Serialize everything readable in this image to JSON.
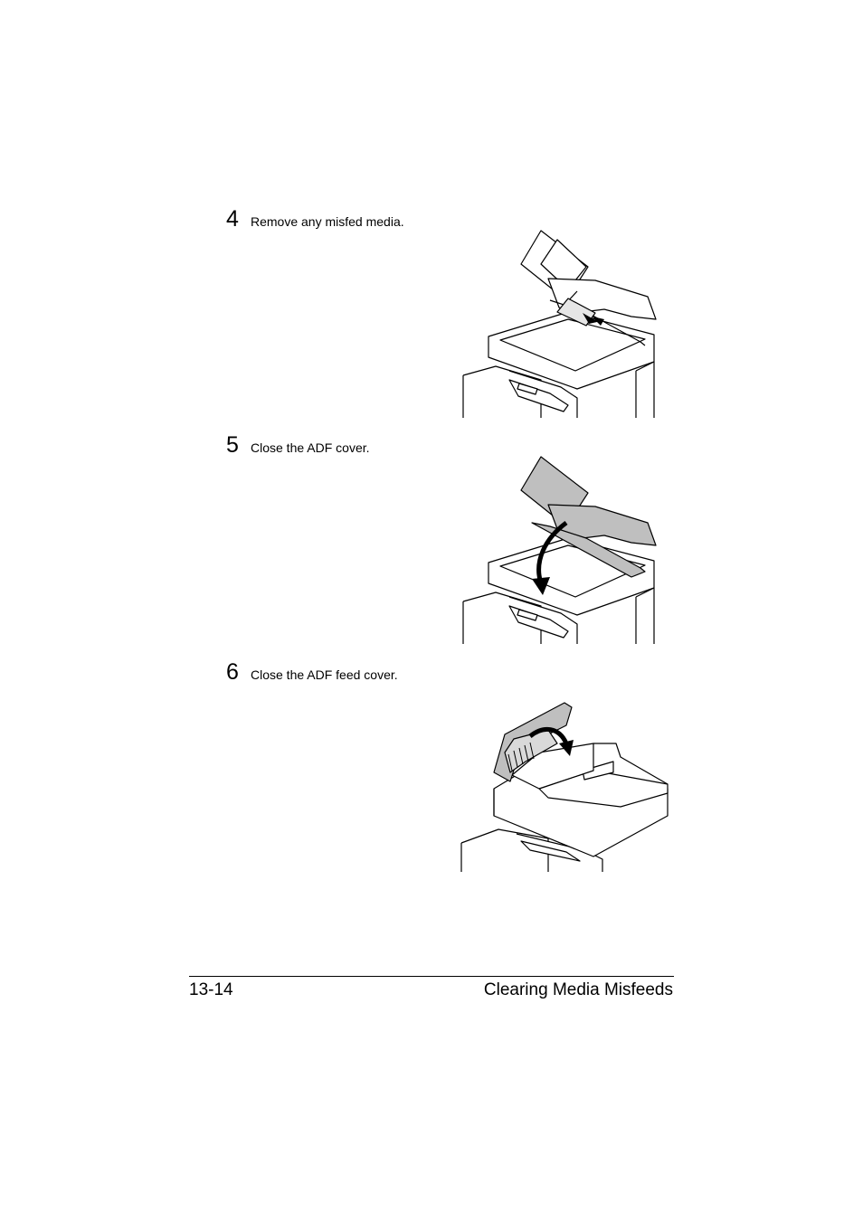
{
  "steps": [
    {
      "number": "4",
      "text": "Remove any misfed media."
    },
    {
      "number": "5",
      "text": "Close the ADF cover."
    },
    {
      "number": "6",
      "text": "Close the ADF feed cover."
    }
  ],
  "footer": {
    "page_number": "13-14",
    "section_title": "Clearing Media Misfeeds"
  },
  "colors": {
    "line": "#000000",
    "cover_fill": "#bfbfbf",
    "arrow": "#000000"
  }
}
